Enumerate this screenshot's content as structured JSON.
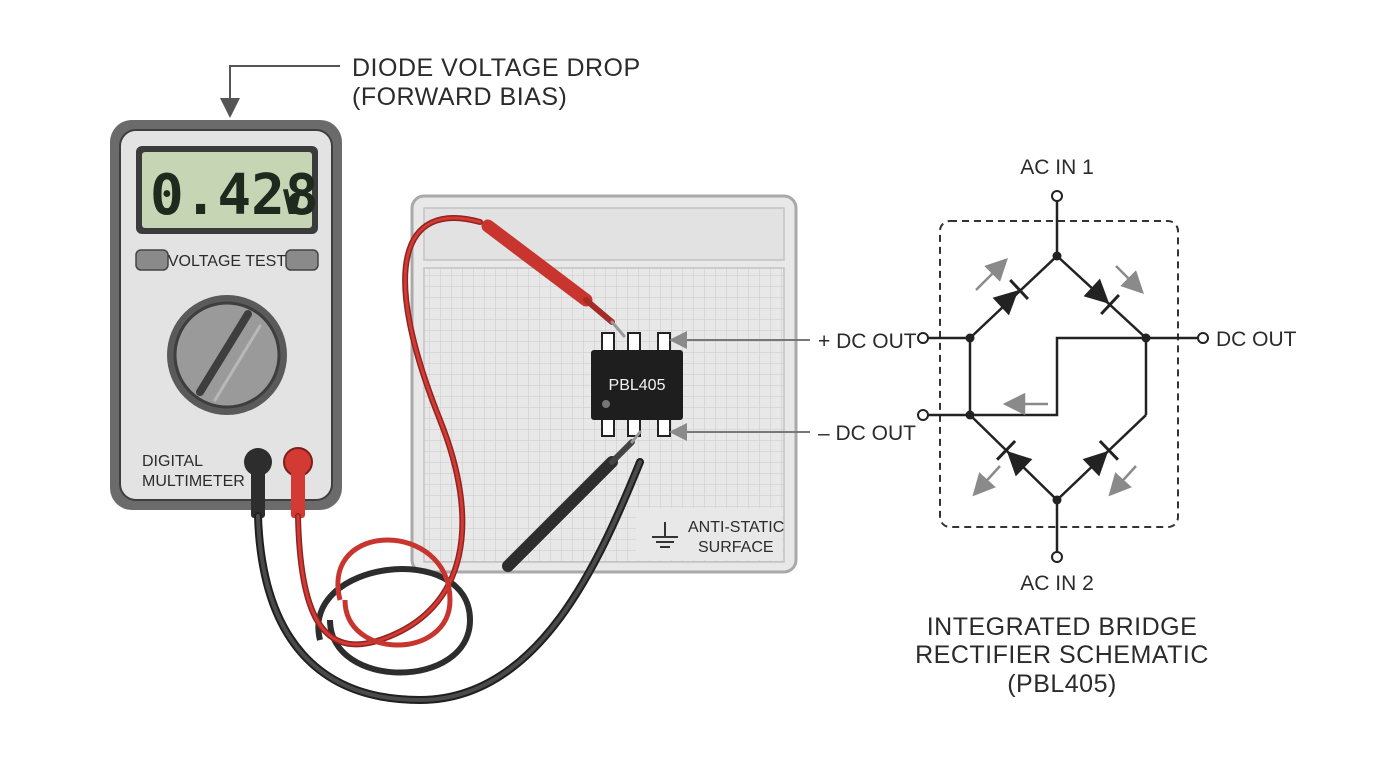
{
  "meter_callout": {
    "line1": "DIODE VOLTAGE DROP",
    "line2": "(FORWARD BIAS)"
  },
  "multimeter": {
    "reading": "0.428",
    "unit": "V",
    "mode_label": "VOLTAGE TEST",
    "name_line1": "DIGITAL",
    "name_line2": "MULTIMETER"
  },
  "chip": {
    "part_number": "PBL405"
  },
  "mat": {
    "line1": "ANTI-STATIC",
    "line2": "SURFACE"
  },
  "pin_labels": {
    "positive": "+ DC OUT",
    "negative": "– DC OUT"
  },
  "schematic": {
    "ac_in_1": "AC IN 1",
    "ac_in_2": "AC IN 2",
    "dc_out_right": "DC OUT",
    "title_line1": "INTEGRATED BRIDGE",
    "title_line2": "RECTIFIER SCHEMATIC",
    "title_line3": "(PBL405)"
  },
  "colors": {
    "probe_red": "#d23a33",
    "probe_black": "#3a3a3a",
    "lcd_green": "#c6d6b4",
    "chip_body": "#1e1e1e",
    "mat_gray": "#e6e6e6",
    "arrow_gray": "#8a8a8a"
  }
}
